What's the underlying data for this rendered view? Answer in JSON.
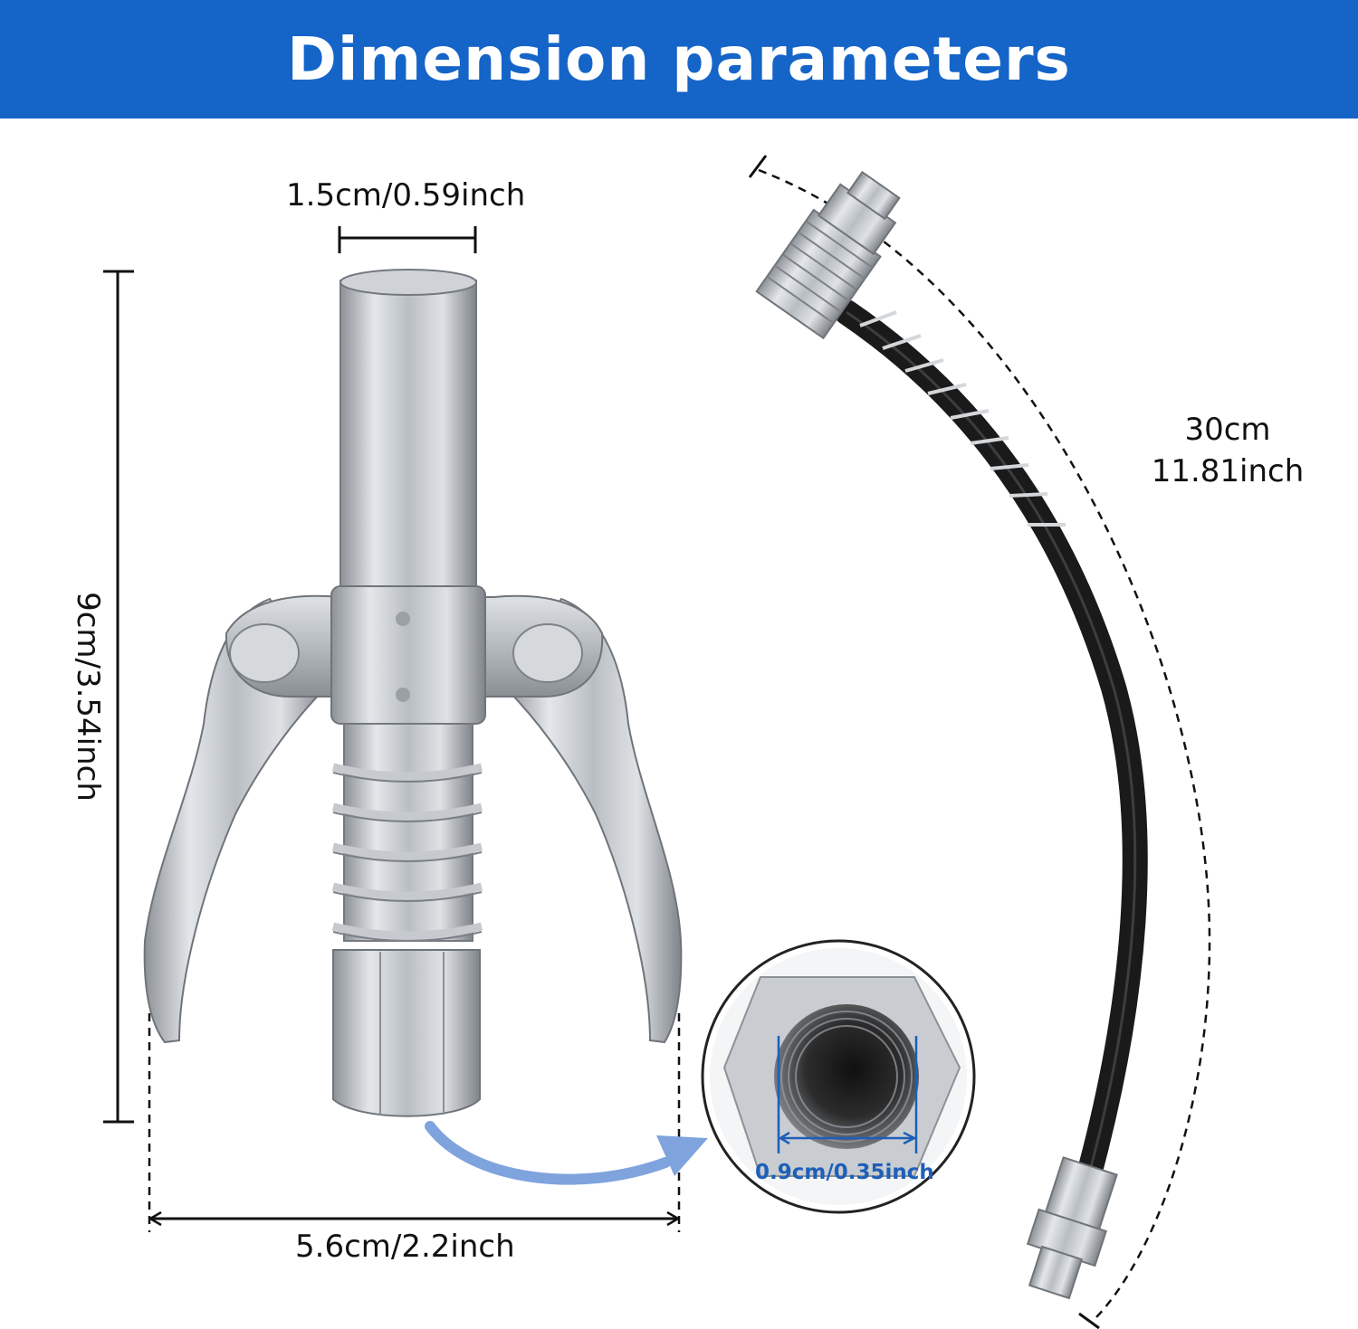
{
  "header": {
    "title": "Dimension parameters",
    "background": "#1565c8"
  },
  "dimensions": {
    "top_width": "1.5cm/0.59inch",
    "height": "9cm/3.54inch",
    "bottom_width": "5.6cm/2.2inch",
    "inner_diameter": "0.9cm/0.35inch",
    "hose_length_cm": "30cm",
    "hose_length_inch": "11.81inch"
  },
  "colors": {
    "accent_blue": "#1e5fb8",
    "arrow_blue": "#7fa3dd",
    "metal": "#c8ccd0",
    "hose": "#1a1a1a"
  },
  "icons": [
    "grease-coupler-icon",
    "grease-hose-icon",
    "thread-detail-icon",
    "curved-arrow-icon"
  ]
}
